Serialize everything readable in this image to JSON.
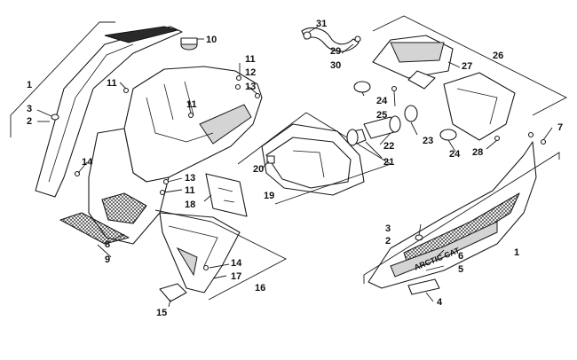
{
  "callouts": {
    "c1_left": "1",
    "c2_left": "2",
    "c3_left": "3",
    "c8": "8",
    "c9": "9",
    "c10": "10",
    "c11_a": "11",
    "c11_b": "11",
    "c11_c": "11",
    "c11_d": "11",
    "c12": "12",
    "c13_a": "13",
    "c13_b": "13",
    "c14_a": "14",
    "c14_b": "14",
    "c15": "15",
    "c16": "16",
    "c17": "17",
    "c18": "18",
    "c19": "19",
    "c20": "20",
    "c21": "21",
    "c22": "22",
    "c23": "23",
    "c24_a": "24",
    "c24_b": "24",
    "c25": "25",
    "c26": "26",
    "c27": "27",
    "c28": "28",
    "c29": "29",
    "c30": "30",
    "c31": "31",
    "c1_right": "1",
    "c2_right": "2",
    "c3_right": "3",
    "c4": "4",
    "c5": "5",
    "c6": "6",
    "c7": "7"
  },
  "decal_text": "ARCTIC CAT",
  "colors": {
    "line": "#1a1a1a",
    "shade": "#d4d4d4",
    "background": "#ffffff"
  }
}
